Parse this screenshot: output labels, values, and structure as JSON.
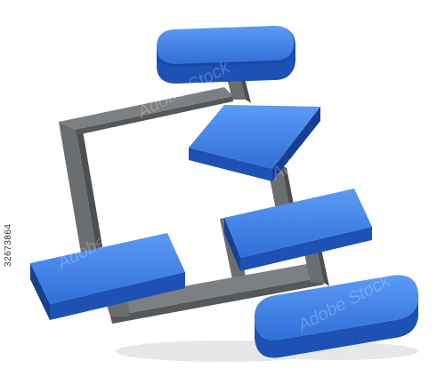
{
  "image": {
    "stock_id": "32673864",
    "watermark_text": "Adobe Stock"
  },
  "colors": {
    "block_face": "#2f6fd8",
    "block_top": "#4a8cf0",
    "block_side": "#1b4fae",
    "connector": "#6b6e70",
    "connector_light": "#8e9193",
    "connector_dark": "#4c4f51",
    "shadow": "#d9dadb"
  },
  "diagram": {
    "type": "flowchart",
    "nodes": [
      {
        "id": "start",
        "shape": "terminator"
      },
      {
        "id": "decision",
        "shape": "diamond"
      },
      {
        "id": "process-right",
        "shape": "rectangle"
      },
      {
        "id": "process-left",
        "shape": "rectangle"
      },
      {
        "id": "end",
        "shape": "terminator"
      }
    ],
    "edges": [
      {
        "from": "start",
        "to": "decision"
      },
      {
        "from": "decision",
        "to": "process-right"
      },
      {
        "from": "decision",
        "to": "process-left"
      },
      {
        "from": "process-right",
        "to": "end"
      },
      {
        "from": "process-left",
        "to": "end"
      }
    ]
  }
}
